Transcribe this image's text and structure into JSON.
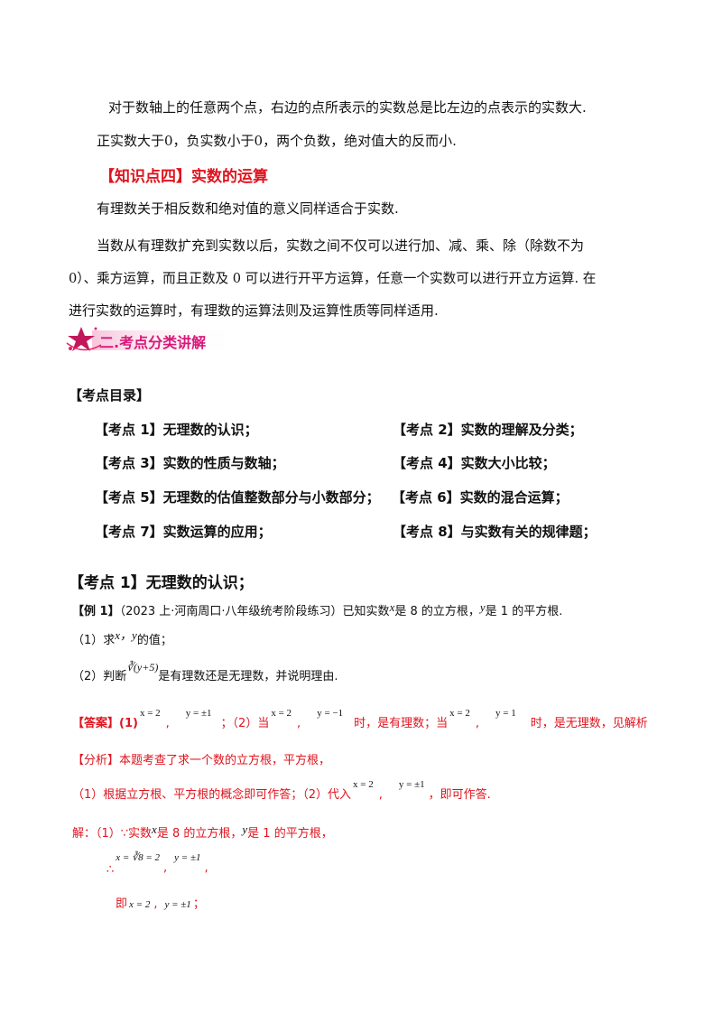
{
  "intro": {
    "line1": "对于数轴上的任意两个点，右边的点所表示的实数总是比左边的点表示的实数大.",
    "line2": "正实数大于0，负实数小于0，两个负数，绝对值大的反而小."
  },
  "knowledge4": {
    "heading": "【知识点四】实数的运算",
    "para1": "有理数关于相反数和绝对值的意义同样适合于实数.",
    "para2_l1": "当数从有理数扩充到实数以后，实数之间不仅可以进行加、减、乘、除（除数不为",
    "para2_l2": "0）、乘方运算，而且正数及 0 可以进行开平方运算，任意一个实数可以进行开立方运算. 在",
    "para2_l3": "进行实数的运算时，有理数的运算法则及运算性质等同样适用."
  },
  "section2": {
    "banner": "二.考点分类讲解"
  },
  "catalog": {
    "title": "【考点目录】",
    "items": [
      "【考点 1】无理数的认识；",
      "【考点 2】实数的理解及分类；",
      "【考点 3】实数的性质与数轴；",
      "【考点 4】实数大小比较；",
      "【考点 5】无理数的估值整数部分与小数部分；",
      "【考点 6】实数的混合运算；",
      "【考点 7】实数运算的应用；",
      "【考点 8】与实数有关的规律题；"
    ]
  },
  "topic1": {
    "heading": "【考点 1】无理数的认识；",
    "ex_label": "【例 1】",
    "ex_source": "（2023 上·河南周口·八年级统考阶段练习）已知实数",
    "ex_x": "x",
    "ex_mid1": "是 8 的立方根，",
    "ex_y": "y",
    "ex_mid2": "是 1 的平方根.",
    "q1_pre": "（1）求",
    "q1_vars": "x，y",
    "q1_post": "的值；",
    "q2_pre": "（2）判断",
    "q2_expr": "∛(y+5)",
    "q2_post": "是有理数还是无理数，并说明理由.",
    "ans_label": "【答案】(1)",
    "ans_x": "x = 2",
    "ans_y": "y = ±1",
    "ans_part2_pre": "；（2）当",
    "ans_x2": "x = 2",
    "ans_y2": "y = −1",
    "ans_mid": "时，是有理数；当",
    "ans_x3": "x = 2",
    "ans_y3": "y = 1",
    "ans_tail": "时，是无理数，见解析",
    "analysis_label": "【分析】本题考查了求一个数的立方根，平方根，",
    "analysis_l2_pre": "（1）根据立方根、平方根的概念即可作答；（2）代入",
    "analysis_x": "x = 2",
    "analysis_y": "y = ±1",
    "analysis_l2_post": "，即可作答.",
    "sol_pre": "解：（1）∵实数",
    "sol_x": "x",
    "sol_mid": "是 8 的立方根，",
    "sol_y": "y",
    "sol_post": "是 1 的平方根，",
    "sol_therefore": "∴",
    "sol_eq1": "x = ∛8 = 2",
    "sol_eq2": "y = ±1",
    "sol_l3_pre": "即",
    "sol_l3_x": "x = 2",
    "sol_l3_y": "y = ±1"
  }
}
